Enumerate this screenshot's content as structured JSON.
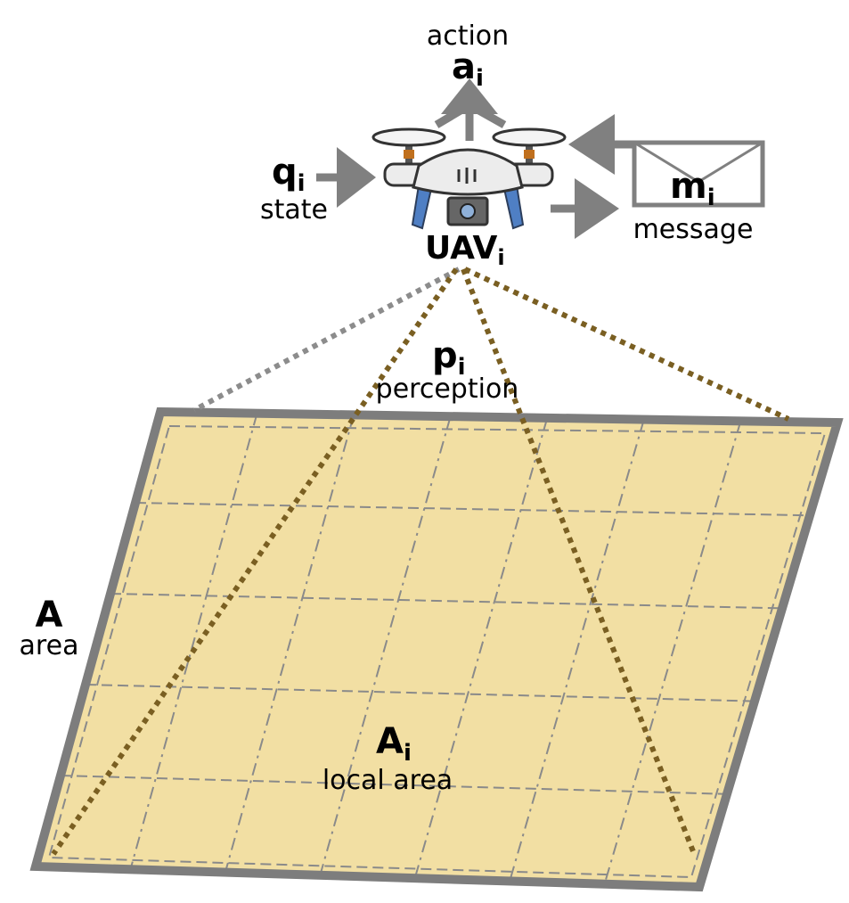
{
  "colors": {
    "area_fill": "#f2dfa3",
    "area_border": "#7d7d7d",
    "grid_line": "#8a8a8a",
    "perception_line_light": "#8c8c8c",
    "perception_line_dark": "#7a5f22",
    "arrow": "#808080",
    "drone_body": "#ececec",
    "drone_leg": "#4f7fc4",
    "rotor_hub": "#c0701e"
  },
  "labels": {
    "action": {
      "symbol": "a",
      "subscript": "i",
      "word": "action"
    },
    "state": {
      "symbol": "q",
      "subscript": "i",
      "word": "state"
    },
    "message": {
      "symbol": "m",
      "subscript": "i",
      "word": "message"
    },
    "uav": {
      "symbol": "UAV",
      "subscript": "i"
    },
    "perception": {
      "symbol": "p",
      "subscript": "i",
      "word": "perception"
    },
    "area": {
      "symbol": "A",
      "word": "area"
    },
    "local_area": {
      "symbol": "A",
      "subscript": "i",
      "word": "local area"
    }
  },
  "icons": {
    "drone": "drone-icon",
    "envelope": "envelope-icon",
    "arrows": "arrow-icon"
  }
}
